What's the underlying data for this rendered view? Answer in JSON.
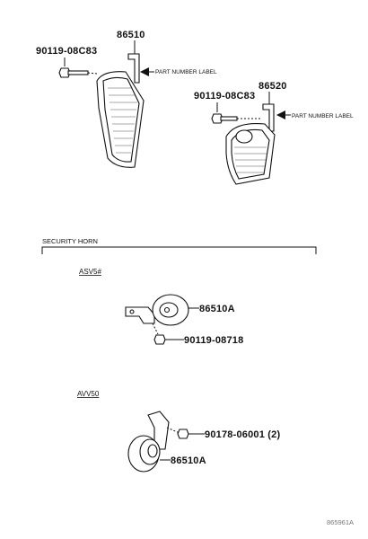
{
  "horn_top_left": {
    "part_number": "86510",
    "bolt_number": "90119-08C83",
    "label_text": "PART NUMBER LABEL"
  },
  "horn_top_right": {
    "part_number": "86520",
    "bolt_number": "90119-08C83",
    "label_text": "PART NUMBER LABEL"
  },
  "security_horn": {
    "title": "SECURITY HORN",
    "variant_a": {
      "model": "ASV5#",
      "horn_number": "86510A",
      "bolt_number": "90119-08718"
    },
    "variant_b": {
      "model": "AVV50",
      "bolt_number": "90178-06001 (2)",
      "horn_number": "86510A"
    }
  },
  "reference_code": "865961A"
}
